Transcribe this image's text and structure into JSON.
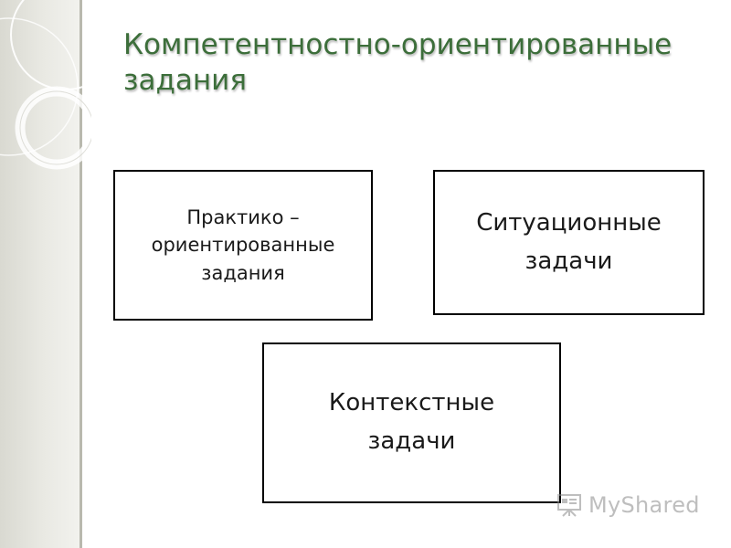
{
  "slide": {
    "title_lines": [
      "Компетентностно-ориентированные",
      "задания"
    ],
    "boxes": [
      {
        "lines": [
          "Практико –",
          "ориентированные",
          "задания"
        ]
      },
      {
        "lines": [
          "Ситуационные",
          "задачи"
        ]
      },
      {
        "lines": [
          "Контекстные",
          "задачи"
        ]
      }
    ],
    "watermark": {
      "text": "MyShared"
    },
    "colors": {
      "title": "#3c6e3a",
      "box_border": "#000000",
      "side_band": "#e4e4dd"
    }
  }
}
